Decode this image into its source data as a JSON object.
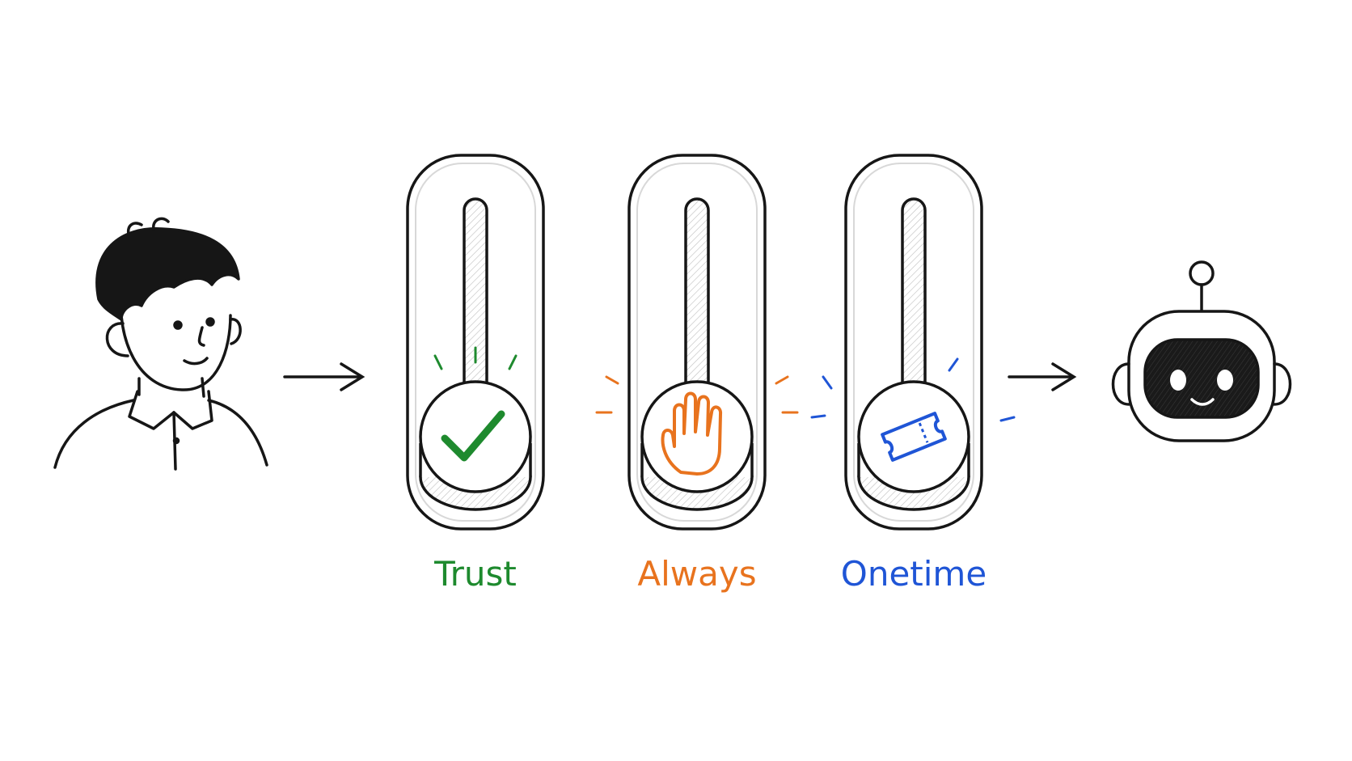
{
  "modes": [
    {
      "id": "trust",
      "label": "Trust",
      "icon": "checkmark-icon",
      "color": "#1e8a2e"
    },
    {
      "id": "always",
      "label": "Always",
      "icon": "raised-hand-icon",
      "color": "#e8731e"
    },
    {
      "id": "onetime",
      "label": "Onetime",
      "icon": "ticket-icon",
      "color": "#1f55d6"
    }
  ],
  "actors": {
    "left": "person-icon",
    "right": "robot-icon"
  },
  "colors": {
    "ink": "#161616",
    "background": "#ffffff"
  }
}
